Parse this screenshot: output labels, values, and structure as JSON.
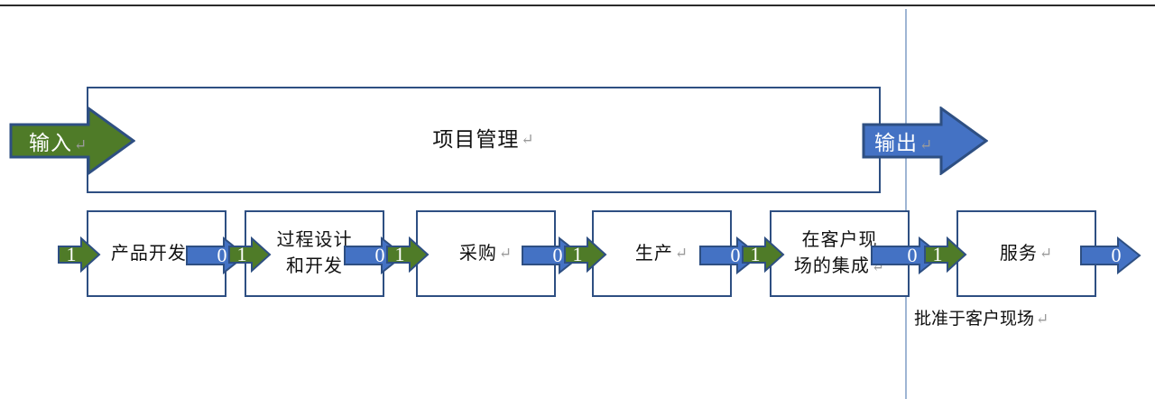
{
  "diagram": {
    "title_text": "项目管理",
    "pilcrow": "↵",
    "colors": {
      "green": "#4F7B28",
      "blue": "#4472C4",
      "outline": "#2E4F82",
      "guide": "#9FB6D4",
      "rule": "#2B2B2B",
      "text": "#111111",
      "arrow_text": "#FFFFFF"
    },
    "input_arrow": {
      "label": "输入",
      "color_name": "green",
      "value": ""
    },
    "output_arrow": {
      "label": "输出",
      "color_name": "blue",
      "value": ""
    },
    "management_box": {
      "label": "项目管理"
    },
    "stages": [
      {
        "id": "product-development",
        "label": "产品开发",
        "lines": [
          "产品开发"
        ]
      },
      {
        "id": "process-design",
        "label": "过程设计和开发",
        "lines": [
          "过程设计",
          "和开发"
        ]
      },
      {
        "id": "purchasing",
        "label": "采购",
        "lines": [
          "采购"
        ]
      },
      {
        "id": "production",
        "label": "生产",
        "lines": [
          "生产"
        ]
      },
      {
        "id": "onsite-integration",
        "label": "在客户现场的集成",
        "lines": [
          "在客户现",
          "场的集成"
        ]
      },
      {
        "id": "service",
        "label": "服务",
        "lines": [
          "服务"
        ]
      }
    ],
    "connectors": [
      {
        "id": "c0",
        "green_value": "1",
        "blue_value": null
      },
      {
        "id": "c1",
        "green_value": "1",
        "blue_value": "0"
      },
      {
        "id": "c2",
        "green_value": "1",
        "blue_value": "0"
      },
      {
        "id": "c3",
        "green_value": "1",
        "blue_value": "0"
      },
      {
        "id": "c4",
        "green_value": "1",
        "blue_value": "0"
      },
      {
        "id": "c5",
        "green_value": "1",
        "blue_value": "0"
      },
      {
        "id": "c6",
        "green_value": null,
        "blue_value": "0"
      }
    ],
    "caption": "批准于客户现场"
  }
}
